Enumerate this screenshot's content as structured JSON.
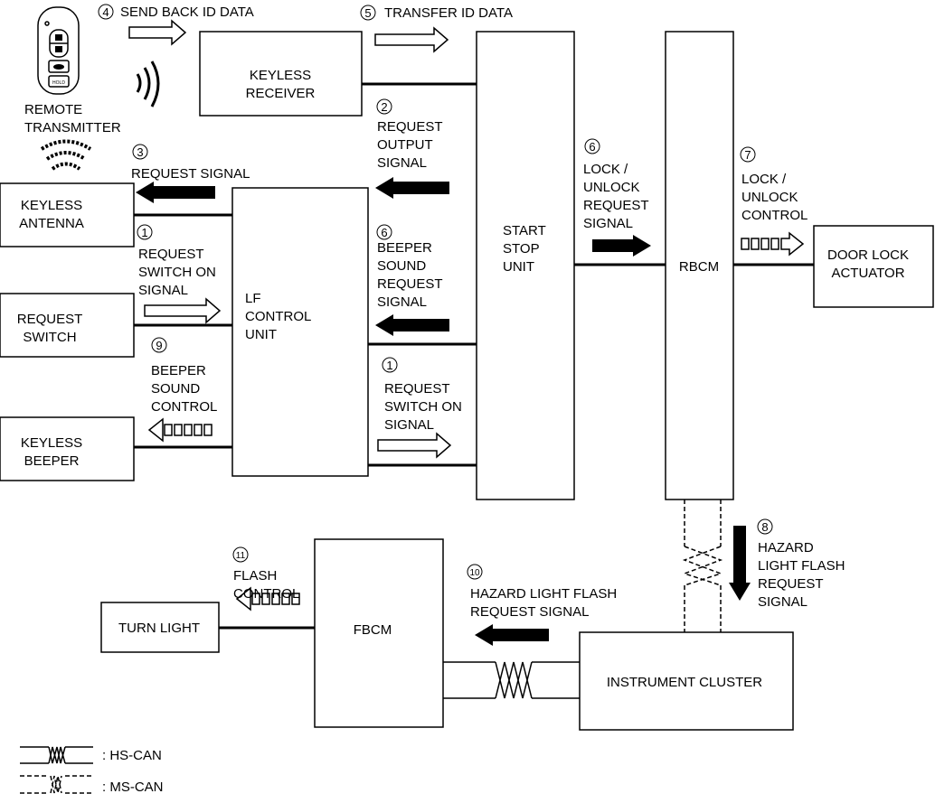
{
  "blocks": {
    "remote": {
      "line1": "REMOTE",
      "line2": "TRANSMITTER",
      "hold_label": "HOLD"
    },
    "receiver": {
      "line1": "KEYLESS",
      "line2": "RECEIVER"
    },
    "start_stop": {
      "line1": "START",
      "line2": "STOP",
      "line3": "UNIT"
    },
    "rbcm": {
      "line1": "RBCM"
    },
    "lf": {
      "line1": "LF",
      "line2": "CONTROL",
      "line3": "UNIT"
    },
    "antenna": {
      "line1": "KEYLESS",
      "line2": "ANTENNA"
    },
    "request_switch": {
      "line1": "REQUEST",
      "line2": "SWITCH"
    },
    "beeper": {
      "line1": "KEYLESS",
      "line2": "BEEPER"
    },
    "door_lock": {
      "line1": "DOOR LOCK",
      "line2": "ACTUATOR"
    },
    "fbcm": {
      "line1": "FBCM"
    },
    "turn_light": {
      "line1": "TURN LIGHT"
    },
    "cluster": {
      "line1": "INSTRUMENT CLUSTER"
    }
  },
  "signals": {
    "s4": {
      "num": "4",
      "lines": [
        "SEND BACK ID DATA"
      ]
    },
    "s5": {
      "num": "5",
      "lines": [
        "TRANSFER ID DATA"
      ]
    },
    "s2": {
      "num": "2",
      "lines": [
        "REQUEST",
        "OUTPUT",
        "SIGNAL"
      ]
    },
    "s3": {
      "num": "3",
      "lines": [
        "REQUEST SIGNAL"
      ]
    },
    "s1a": {
      "num": "1",
      "lines": [
        "REQUEST",
        "SWITCH ON",
        "SIGNAL"
      ]
    },
    "s6a": {
      "num": "6",
      "lines": [
        "BEEPER",
        "SOUND",
        "REQUEST",
        "SIGNAL"
      ]
    },
    "s9": {
      "num": "9",
      "lines": [
        "BEEPER",
        "SOUND",
        "CONTROL"
      ]
    },
    "s1b": {
      "num": "1",
      "lines": [
        "REQUEST",
        "SWITCH ON",
        "SIGNAL"
      ]
    },
    "s6b": {
      "num": "6",
      "lines": [
        "LOCK /",
        "UNLOCK",
        "REQUEST",
        "SIGNAL"
      ]
    },
    "s7": {
      "num": "7",
      "lines": [
        "LOCK /",
        "UNLOCK",
        "CONTROL"
      ]
    },
    "s8": {
      "num": "8",
      "lines": [
        "HAZARD",
        "LIGHT FLASH",
        "REQUEST",
        "SIGNAL"
      ]
    },
    "s10": {
      "num": "10",
      "lines": [
        "HAZARD LIGHT FLASH",
        "REQUEST SIGNAL"
      ]
    },
    "s11": {
      "num": "11",
      "lines": [
        "FLASH",
        "CONTROL"
      ]
    }
  },
  "legend": {
    "hs_can": ": HS-CAN",
    "ms_can": ": MS-CAN"
  }
}
